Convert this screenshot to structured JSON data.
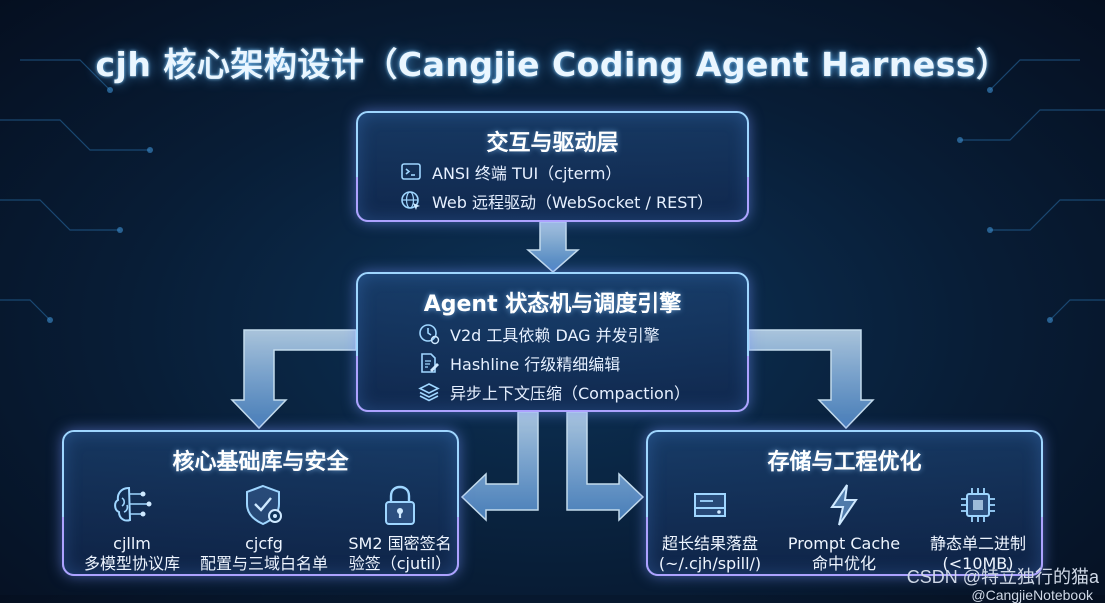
{
  "title": "cjh 核心架构设计（Cangjie Coding Agent Harness）",
  "top_box": {
    "title": "交互与驱动层",
    "items": [
      {
        "icon": "terminal-icon",
        "text": "ANSI 终端 TUI（cjterm）"
      },
      {
        "icon": "globe-cursor-icon",
        "text": "Web 远程驱动（WebSocket / REST）"
      }
    ]
  },
  "middle_box": {
    "title": "Agent 状态机与调度引擎",
    "items": [
      {
        "icon": "clock-gear-icon",
        "text": "V2d 工具依赖 DAG 并发引擎"
      },
      {
        "icon": "document-edit-icon",
        "text": "Hashline 行级精细编辑"
      },
      {
        "icon": "layers-icon",
        "text": "异步上下文压缩（Compaction）"
      }
    ]
  },
  "left_box": {
    "title": "核心基础库与安全",
    "items": [
      {
        "icon": "brain-circuit-icon",
        "line1": "cjllm",
        "line2": "多模型协议库"
      },
      {
        "icon": "shield-gear-icon",
        "line1": "cjcfg",
        "line2": "配置与三域白名单"
      },
      {
        "icon": "padlock-icon",
        "line1": "SM2 国密签名",
        "line2": "验签（cjutil）"
      }
    ]
  },
  "right_box": {
    "title": "存储与工程优化",
    "items": [
      {
        "icon": "drive-icon",
        "line1": "超长结果落盘",
        "line2": "(~/.cjh/spill/)"
      },
      {
        "icon": "lightning-icon",
        "line1": "Prompt Cache",
        "line2": "命中优化"
      },
      {
        "icon": "chip-icon",
        "line1": "静态单二进制",
        "line2": "(<10MB)"
      }
    ]
  },
  "watermark": "CSDN @特立独行的猫a",
  "watermark2": "@CangjieNotebook",
  "colors": {
    "accent": "#9fd6ff",
    "glow": "#b48dff",
    "background": "#081d36"
  }
}
